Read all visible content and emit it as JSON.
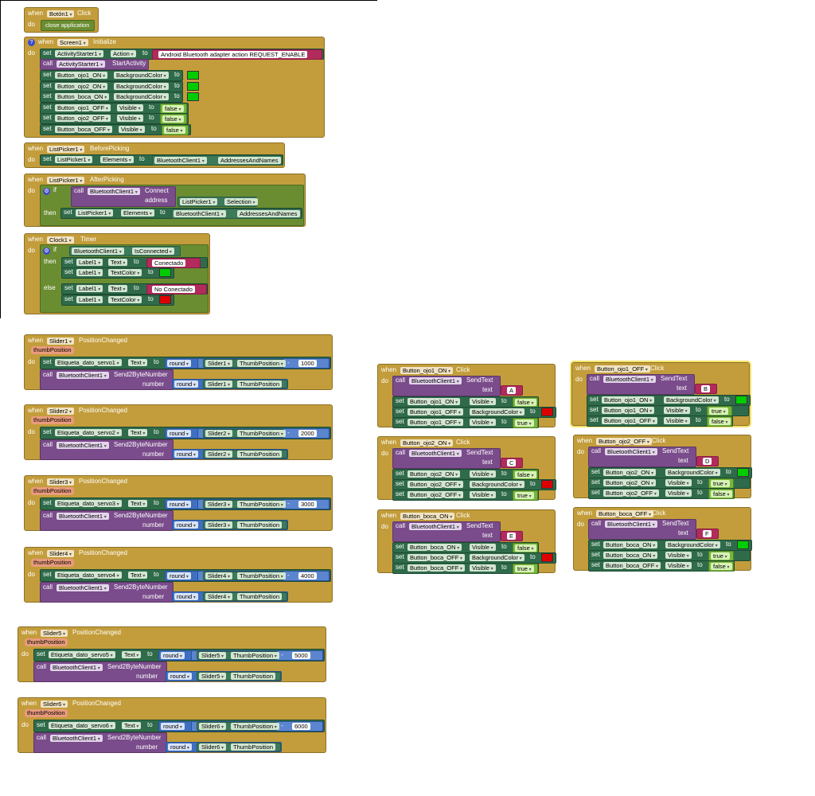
{
  "kw": {
    "when": "when",
    "do": "do",
    "set": "set",
    "call": "call",
    "to": "to",
    "if": "if",
    "then": "then",
    "else": "else",
    "address": "address",
    "text": "text",
    "number": "number",
    "round": "round",
    "minus": "-"
  },
  "colors": {
    "green": "#00cc00",
    "red": "#dd0000",
    "event": "#c39d3b",
    "setter": "#2f6b4a",
    "call": "#7a4c8b",
    "text": "#b22b5c",
    "bool": "#76b63b",
    "math": "#3f6fc0"
  },
  "boton1": {
    "comp": "Botón1",
    "event": "Click",
    "action": "close application"
  },
  "screen1": {
    "comp": "Screen1",
    "event": "Initialize",
    "s1": {
      "comp": "ActivityStarter1",
      "prop": "Action",
      "value": "Android Bluetooth adapter action REQUEST_ENABLE"
    },
    "c1": {
      "comp": "ActivityStarter1",
      "method": "StartActivity"
    },
    "rows": [
      {
        "comp": "Button_ojo1_ON",
        "prop": "BackgroundColor"
      },
      {
        "comp": "Button_ojo2_ON",
        "prop": "BackgroundColor"
      },
      {
        "comp": "Button_boca_ON",
        "prop": "BackgroundColor"
      },
      {
        "comp": "Button_ojo1_OFF",
        "prop": "Visible",
        "value": "false"
      },
      {
        "comp": "Button_ojo2_OFF",
        "prop": "Visible",
        "value": "false"
      },
      {
        "comp": "Button_boca_OFF",
        "prop": "Visible",
        "value": "false"
      }
    ]
  },
  "lp_before": {
    "comp": "ListPicker1",
    "event": "BeforePicking",
    "set_comp": "ListPicker1",
    "set_prop": "Elements",
    "get_comp": "BluetoothClient1",
    "get_prop": "AddressesAndNames"
  },
  "lp_after": {
    "comp": "ListPicker1",
    "event": "AfterPicking",
    "call_comp": "BluetoothClient1",
    "call_method": "Connect",
    "addr_comp": "ListPicker1",
    "addr_prop": "Selection",
    "set_comp": "ListPicker1",
    "set_prop": "Elements",
    "get_comp": "BluetoothClient1",
    "get_prop": "AddressesAndNames"
  },
  "clock": {
    "comp": "Clock1",
    "event": "Timer",
    "cond_comp": "BluetoothClient1",
    "cond_prop": "IsConnected",
    "label": "Label1",
    "p_text": "Text",
    "p_color": "TextColor",
    "t_then": "Conectado",
    "t_else": "No Conectado"
  },
  "sliders": [
    {
      "comp": "Slider1",
      "event": "PositionChanged",
      "param": "thumbPosition",
      "label": "Etiqueta_dato_servo1",
      "prop": "Text",
      "tp": "ThumbPosition",
      "offset": "1000",
      "bt": "BluetoothClient1",
      "method": "Send2ByteNumber"
    },
    {
      "comp": "Slider2",
      "event": "PositionChanged",
      "param": "thumbPosition",
      "label": "Etiqueta_dato_servo2",
      "prop": "Text",
      "tp": "ThumbPosition",
      "offset": "2000",
      "bt": "BluetoothClient1",
      "method": "Send2ByteNumber"
    },
    {
      "comp": "Slider3",
      "event": "PositionChanged",
      "param": "thumbPosition",
      "label": "Etiqueta_dato_servo3",
      "prop": "Text",
      "tp": "ThumbPosition",
      "offset": "3000",
      "bt": "BluetoothClient1",
      "method": "Send2ByteNumber"
    },
    {
      "comp": "Slider4",
      "event": "PositionChanged",
      "param": "thumbPosition",
      "label": "Etiqueta_dato_servo4",
      "prop": "Text",
      "tp": "ThumbPosition",
      "offset": "4000",
      "bt": "BluetoothClient1",
      "method": "Send2ByteNumber"
    },
    {
      "comp": "Slider5",
      "event": "PositionChanged",
      "param": "thumbPosition",
      "label": "Etiqueta_dato_servo5",
      "prop": "Text",
      "tp": "ThumbPosition",
      "offset": "5000",
      "bt": "BluetoothClient1",
      "method": "Send2ByteNumber"
    },
    {
      "comp": "Slider6",
      "event": "PositionChanged",
      "param": "thumbPosition",
      "label": "Etiqueta_dato_servo6",
      "prop": "Text",
      "tp": "ThumbPosition",
      "offset": "6000",
      "bt": "BluetoothClient1",
      "method": "Send2ByteNumber"
    }
  ],
  "buttons": [
    {
      "comp": "Button_ojo1_ON",
      "event": "Click",
      "bt": "BluetoothClient1",
      "method": "SendText",
      "letter": "A",
      "r1": {
        "comp": "Button_ojo1_ON",
        "prop": "Visible",
        "value": "false"
      },
      "r2": {
        "comp": "Button_ojo1_OFF",
        "prop": "BackgroundColor"
      },
      "r3": {
        "comp": "Button_ojo1_OFF",
        "prop": "Visible",
        "value": "true"
      }
    },
    {
      "comp": "Button_ojo2_ON",
      "event": "Click",
      "bt": "BluetoothClient1",
      "method": "SendText",
      "letter": "C",
      "r1": {
        "comp": "Button_ojo2_ON",
        "prop": "Visible",
        "value": "false"
      },
      "r2": {
        "comp": "Button_ojo2_OFF",
        "prop": "BackgroundColor"
      },
      "r3": {
        "comp": "Button_ojo2_OFF",
        "prop": "Visible",
        "value": "true"
      }
    },
    {
      "comp": "Button_boca_ON",
      "event": "Click",
      "bt": "BluetoothClient1",
      "method": "SendText",
      "letter": "E",
      "r1": {
        "comp": "Button_boca_ON",
        "prop": "Visible",
        "value": "false"
      },
      "r2": {
        "comp": "Button_boca_OFF",
        "prop": "BackgroundColor"
      },
      "r3": {
        "comp": "Button_boca_OFF",
        "prop": "Visible",
        "value": "true"
      }
    },
    {
      "comp": "Button_ojo1_OFF",
      "event": "Click",
      "bt": "BluetoothClient1",
      "method": "SendText",
      "letter": "B",
      "r1": {
        "comp": "Button_ojo1_ON",
        "prop": "BackgroundColor"
      },
      "r2": {
        "comp": "Button_ojo1_ON",
        "prop": "Visible",
        "value": "true"
      },
      "r3": {
        "comp": "Button_ojo1_OFF",
        "prop": "Visible",
        "value": "false"
      }
    },
    {
      "comp": "Button_ojo2_OFF",
      "event": "Click",
      "bt": "BluetoothClient1",
      "method": "SendText",
      "letter": "D",
      "r1": {
        "comp": "Button_ojo2_ON",
        "prop": "BackgroundColor"
      },
      "r2": {
        "comp": "Button_ojo2_ON",
        "prop": "Visible",
        "value": "true"
      },
      "r3": {
        "comp": "Button_ojo2_OFF",
        "prop": "Visible",
        "value": "false"
      }
    },
    {
      "comp": "Button_boca_OFF",
      "event": "Click",
      "bt": "BluetoothClient1",
      "method": "SendText",
      "letter": "F",
      "r1": {
        "comp": "Button_boca_ON",
        "prop": "BackgroundColor"
      },
      "r2": {
        "comp": "Button_boca_ON",
        "prop": "Visible",
        "value": "true"
      },
      "r3": {
        "comp": "Button_boca_OFF",
        "prop": "Visible",
        "value": "false"
      }
    }
  ]
}
